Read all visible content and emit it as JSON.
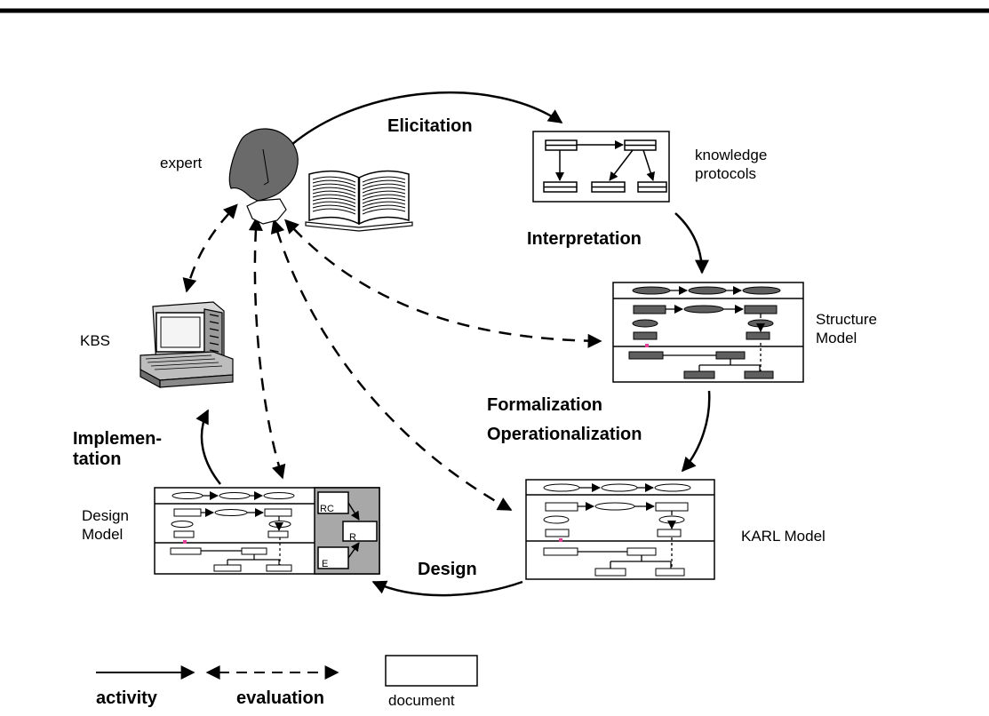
{
  "activities": {
    "elicitation": "Elicitation",
    "interpretation": "Interpretation",
    "formalization": "Formalization",
    "operationalization": "Operationalization",
    "design": "Design",
    "implementation_line1": "Implemen-",
    "implementation_line2": "tation"
  },
  "nodes": {
    "expert": "expert",
    "knowledge_protocols_line1": "knowledge",
    "knowledge_protocols_line2": "protocols",
    "structure_model_line1": "Structure",
    "structure_model_line2": "Model",
    "karl_model": "KARL Model",
    "design_model_line1": "Design",
    "design_model_line2": "Model",
    "kbs": "KBS",
    "design_box_labels": [
      "RC",
      "R",
      "E"
    ]
  },
  "legend": {
    "activity": "activity",
    "evaluation": "evaluation",
    "document": "document"
  },
  "colors": {
    "ink": "#000000",
    "dark_fill": "#5f5f5f",
    "shaded_panel": "#a8a8a8",
    "link_marker": "#e0409a"
  }
}
